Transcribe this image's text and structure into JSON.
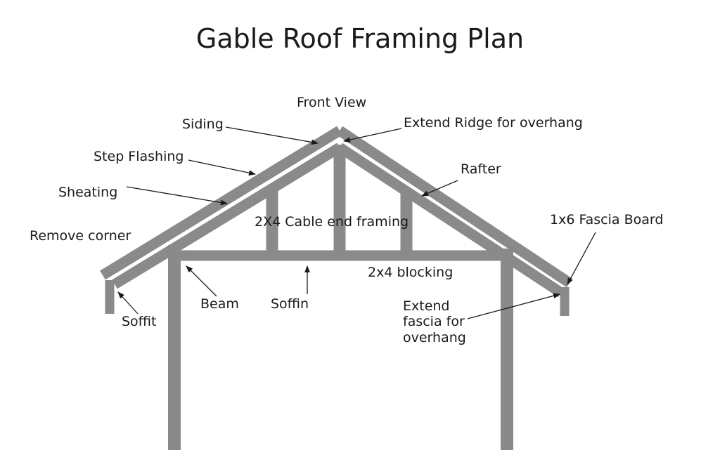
{
  "title": "Gable Roof Framing Plan",
  "subtitle": "Front View",
  "colors": {
    "background": "#ffffff",
    "bar": "#8a8a8a",
    "text": "#1a1a1a"
  },
  "labels": {
    "siding": "Siding",
    "extend_ridge": "Extend Ridge for overhang",
    "step_flashing": "Step Flashing",
    "rafter": "Rafter",
    "sheating": "Sheating",
    "gable_end_framing": "2X4 Cable end framing",
    "fascia_board": "1x6 Fascia Board",
    "remove_corner": "Remove corner",
    "blocking": "2x4 blocking",
    "beam": "Beam",
    "soffin": "Soffin",
    "soffit": "Soffit",
    "extend_fascia": "Extend\nfascia for\noverhang"
  },
  "structure_parts": [
    "sheathing-left",
    "sheathing-right",
    "rafter-left",
    "rafter-right",
    "soffit-board-left",
    "fascia-board-right",
    "ceiling-beam",
    "post-left",
    "post-right",
    "gable-stud-left",
    "king-post",
    "gable-stud-right"
  ]
}
